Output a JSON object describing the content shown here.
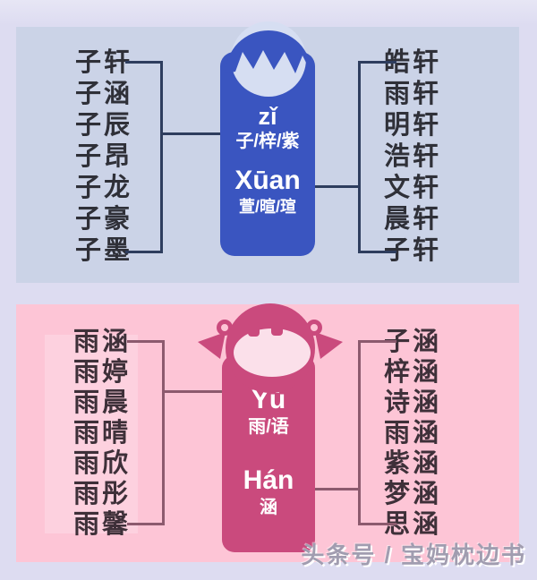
{
  "boy_panel": {
    "left_names": [
      "子轩",
      "子涵",
      "子辰",
      "子昂",
      "子龙",
      "子豪",
      "子墨"
    ],
    "right_names": [
      "皓轩",
      "雨轩",
      "明轩",
      "浩轩",
      "文轩",
      "晨轩",
      "子轩"
    ],
    "capsule": {
      "pinyin1": "zǐ",
      "hanzi1": "子/梓/紫",
      "pinyin2": "Xūan",
      "hanzi2": "萱/暄/瑄"
    },
    "colors": {
      "panel": "#cbd3e7",
      "capsule": "#3a55c0",
      "face": "#d6def2",
      "line": "#2e3d5e",
      "text": "#2f3038"
    }
  },
  "girl_panel": {
    "left_names": [
      "雨涵",
      "雨婷",
      "雨晨",
      "雨晴",
      "雨欣",
      "雨彤",
      "雨馨"
    ],
    "right_names": [
      "子涵",
      "梓涵",
      "诗涵",
      "雨涵",
      "紫涵",
      "梦涵",
      "思涵"
    ],
    "capsule": {
      "pinyin1": "Yǔ",
      "hanzi1": "雨/语",
      "pinyin2": "Hán",
      "hanzi2": "涵"
    },
    "colors": {
      "panel": "#fdc5d6",
      "capsule": "#ca4a7d",
      "face": "#fbe0ea",
      "line": "#8c5a6e",
      "text": "#3e3039"
    }
  },
  "footer": {
    "watermark": "头条号 / 宝妈枕边书"
  },
  "background": "#dddcf1"
}
